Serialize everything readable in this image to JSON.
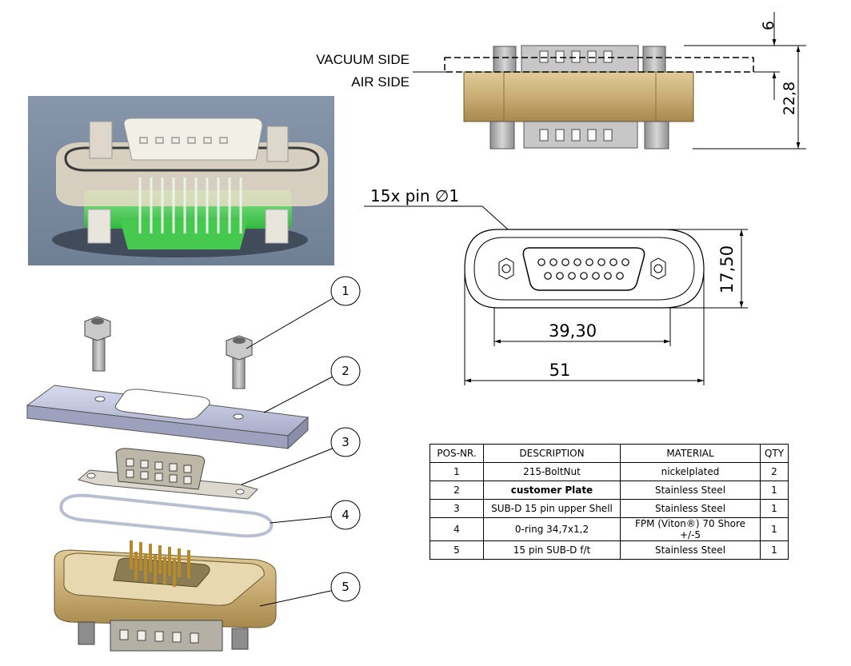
{
  "labels": {
    "vacuum_side": "VACUUM SIDE",
    "air_side": "AIR SIDE"
  },
  "dimensions": {
    "top_dim": "6",
    "height_dim": "22,8",
    "pin_callout": "15x pin ∅1",
    "inner_height": "17,50",
    "inner_width": "39,30",
    "outer_width": "51"
  },
  "balloons": [
    "1",
    "2",
    "3",
    "4",
    "5"
  ],
  "bom": {
    "headers": [
      "POS-NR.",
      "DESCRIPTION",
      "MATERIAL",
      "QTY"
    ],
    "rows": [
      [
        "1",
        "215-BoltNut",
        "nickelplated",
        "2"
      ],
      [
        "2",
        "customer Plate",
        "Stainless Steel",
        "1"
      ],
      [
        "3",
        "SUB-D 15 pin upper Shell",
        "Stainless Steel",
        "1"
      ],
      [
        "4",
        "0-ring 34,7x1,2",
        "FPM (Viton®) 70 Shore +/-5",
        "1"
      ],
      [
        "5",
        "15 pin SUB-D f/t",
        "Stainless Steel",
        "1"
      ]
    ]
  },
  "colors": {
    "brass": "#c9ad74",
    "steel": "#b8b8b8",
    "plate": "#c8cbe0",
    "render_bg": "#7e8ea2",
    "green": "#4fd15a"
  }
}
